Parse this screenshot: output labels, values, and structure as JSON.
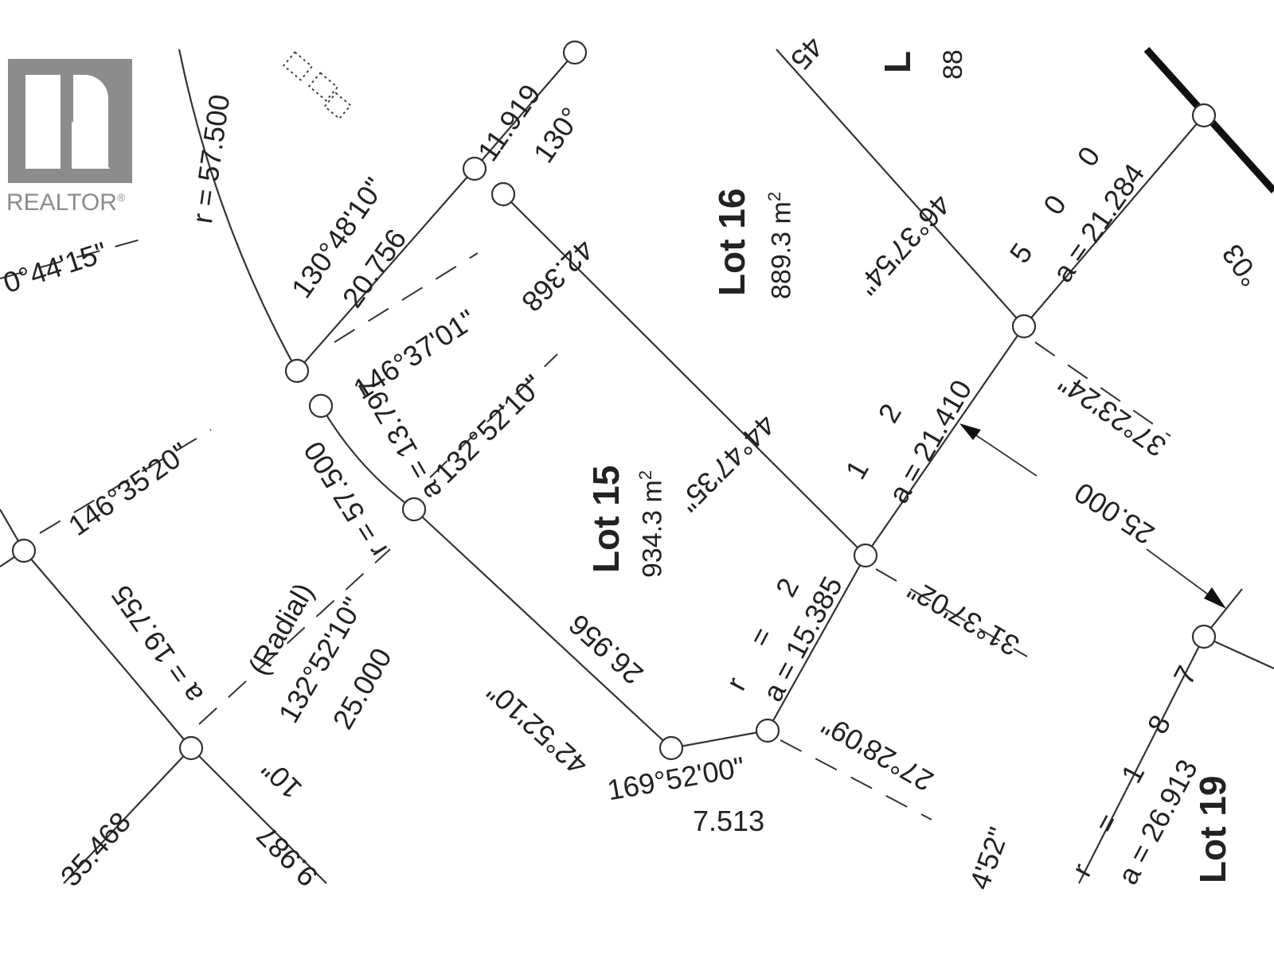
{
  "watermark": {
    "logo_icon": "realtor-r-logo",
    "text": "REALTOR",
    "registered_mark": "®",
    "color": "#8c8c8c"
  },
  "lots": [
    {
      "name": "Lot 15",
      "area": "934.3 m",
      "area_sup": "2"
    },
    {
      "name": "Lot 16",
      "area": "889.3 m",
      "area_sup": "2"
    },
    {
      "name": "Lot 19",
      "partial": true
    }
  ],
  "labels": {
    "r_57500_top": "r = 57.500",
    "bearing_130_48_10": "130°48'10\"",
    "dist_20_756": "20.756",
    "dist_11_919": "11.919",
    "angle_130": "130°",
    "bearing_146_37_01": "146°37'01\"",
    "bearing_132_52_10_a": "132°52'10\"",
    "dist_42_368": "42.368",
    "bearing_44_47_35": "44°47'35\"",
    "bearing_46_37_54": "46°37'54\"",
    "arc_a_21_284": "a = 21.284",
    "radius_500": "5 0 0",
    "arc_a_21_410": "a = 21.410",
    "radius_12": "1 2",
    "bearing_37_23_24": "37°23'24\"",
    "dist_25_000_arrow": "25.000",
    "arc_a_15_385": "a = 15.385",
    "radius_r2": "r = 2",
    "bearing_31_37_02": "31°37'02\"",
    "bearing_27_28_09": "27°28'09\"",
    "angle_169_52_00": "169°52'00\"",
    "dist_7_513": "7.513",
    "bearing_42_52_10": "42°52'10\"",
    "dist_26_956": "26.956",
    "arc_a_13_797": "a = 13.797",
    "r_57500_mid": "r = 57.500",
    "bearing_146_35_20": "146°35'20\"",
    "arc_a_19_755": "a = 19.755",
    "r_eq_left": "r =",
    "radial": "(Radial)",
    "bearing_132_52_10_b": "132°52'10\"",
    "dist_25_000": "25.000",
    "dist_35_468": "35.468",
    "bearing_10": "10\"",
    "dist_9_987": "9.987",
    "bearing_44_15": "0°44'15\"",
    "arc_a_26_913": "a = 26.913",
    "radius_187": "r = 1 8 7",
    "bearing_52_partial": "4'52\"",
    "bearing_03_partial": "°03",
    "lot_partial_top": "L",
    "area_partial_top": "88",
    "bearing_partial_45": "45"
  }
}
